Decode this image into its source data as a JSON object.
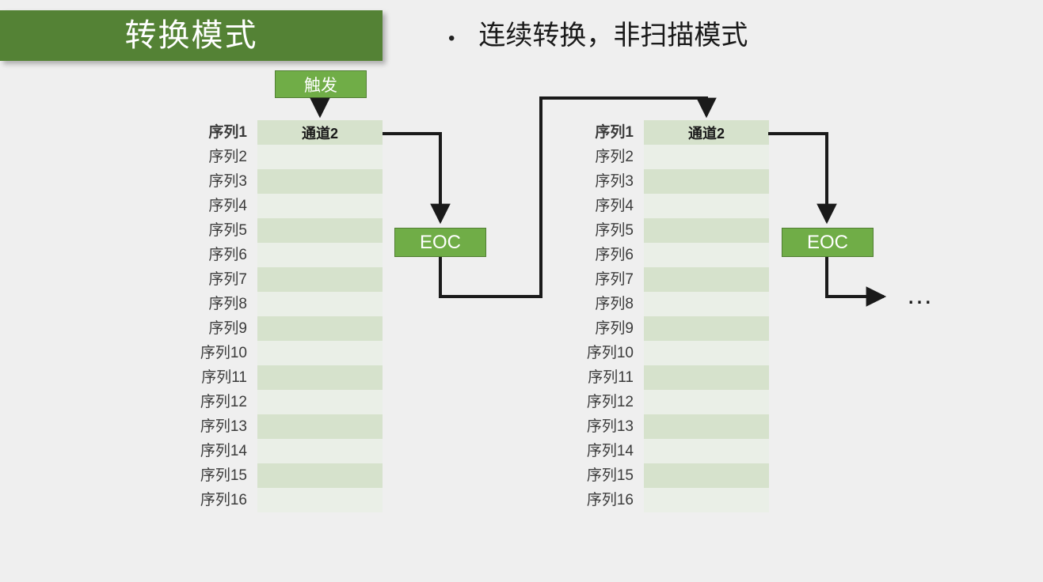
{
  "slide": {
    "background_color": "#efefef",
    "title": "转换模式",
    "title_bar_color": "#548235",
    "title_text_color": "#ffffff"
  },
  "bullet": {
    "marker": "•",
    "text": "连续转换，非扫描模式"
  },
  "boxes": {
    "trigger": {
      "label": "触发",
      "fill": "#70AD47",
      "border": "#507E32",
      "text_color": "#ffffff"
    },
    "eoc_1": {
      "label": "EOC",
      "fill": "#70AD47",
      "border": "#507E32",
      "text_color": "#ffffff"
    },
    "eoc_2": {
      "label": "EOC",
      "fill": "#70AD47",
      "border": "#507E32",
      "text_color": "#ffffff"
    }
  },
  "tables": [
    {
      "name": "sequence-table-1",
      "header": "通道2",
      "row_fill_dark": "#D6E2CC",
      "row_fill_light": "#EAEFE7",
      "rows": [
        {
          "label": "序列1",
          "value": "通道2",
          "header": true
        },
        {
          "label": "序列2",
          "value": ""
        },
        {
          "label": "序列3",
          "value": ""
        },
        {
          "label": "序列4",
          "value": ""
        },
        {
          "label": "序列5",
          "value": ""
        },
        {
          "label": "序列6",
          "value": ""
        },
        {
          "label": "序列7",
          "value": ""
        },
        {
          "label": "序列8",
          "value": ""
        },
        {
          "label": "序列9",
          "value": ""
        },
        {
          "label": "序列10",
          "value": ""
        },
        {
          "label": "序列11",
          "value": ""
        },
        {
          "label": "序列12",
          "value": ""
        },
        {
          "label": "序列13",
          "value": ""
        },
        {
          "label": "序列14",
          "value": ""
        },
        {
          "label": "序列15",
          "value": ""
        },
        {
          "label": "序列16",
          "value": ""
        }
      ]
    },
    {
      "name": "sequence-table-2",
      "header": "通道2",
      "row_fill_dark": "#D6E2CC",
      "row_fill_light": "#EAEFE7",
      "rows": [
        {
          "label": "序列1",
          "value": "通道2",
          "header": true
        },
        {
          "label": "序列2",
          "value": ""
        },
        {
          "label": "序列3",
          "value": ""
        },
        {
          "label": "序列4",
          "value": ""
        },
        {
          "label": "序列5",
          "value": ""
        },
        {
          "label": "序列6",
          "value": ""
        },
        {
          "label": "序列7",
          "value": ""
        },
        {
          "label": "序列8",
          "value": ""
        },
        {
          "label": "序列9",
          "value": ""
        },
        {
          "label": "序列10",
          "value": ""
        },
        {
          "label": "序列11",
          "value": ""
        },
        {
          "label": "序列12",
          "value": ""
        },
        {
          "label": "序列13",
          "value": ""
        },
        {
          "label": "序列14",
          "value": ""
        },
        {
          "label": "序列15",
          "value": ""
        },
        {
          "label": "序列16",
          "value": ""
        }
      ]
    }
  ],
  "continuation": {
    "ellipsis": "…"
  },
  "connector_color": "#1a1a1a"
}
